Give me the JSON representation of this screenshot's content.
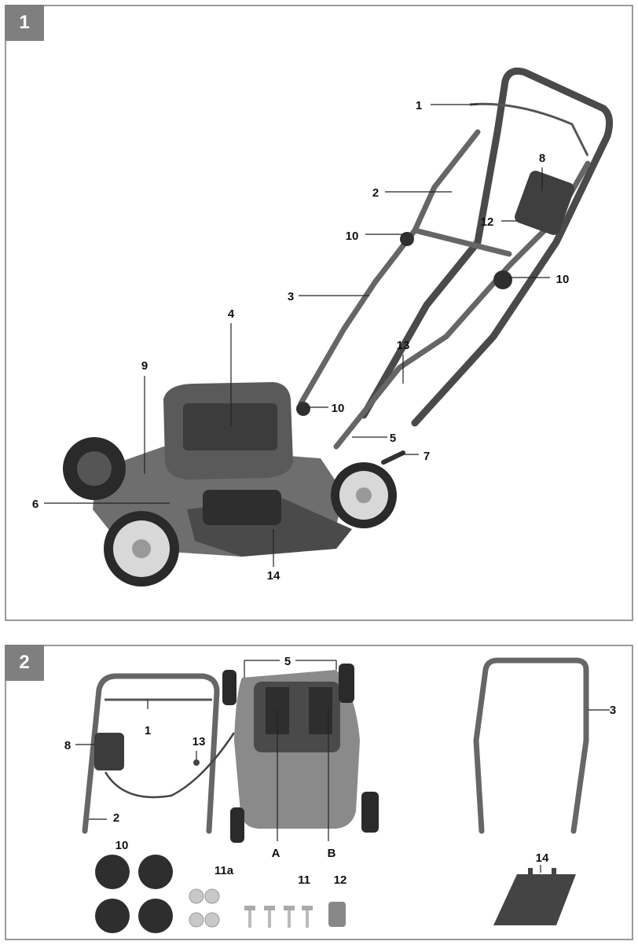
{
  "figure1": {
    "number": "1",
    "callouts": {
      "c1": "1",
      "c2": "2",
      "c3": "3",
      "c4": "4",
      "c5": "5",
      "c6": "6",
      "c7": "7",
      "c8": "8",
      "c9": "9",
      "c10a": "10",
      "c10b": "10",
      "c10c": "10",
      "c12": "12",
      "c13": "13",
      "c14": "14"
    }
  },
  "figure2": {
    "number": "2",
    "callouts": {
      "c1": "1",
      "c2": "2",
      "c3": "3",
      "c5": "5",
      "c8": "8",
      "c10": "10",
      "c11": "11",
      "c11a": "11a",
      "c12": "12",
      "c13": "13",
      "c14": "14",
      "cA": "A",
      "cB": "B"
    }
  }
}
